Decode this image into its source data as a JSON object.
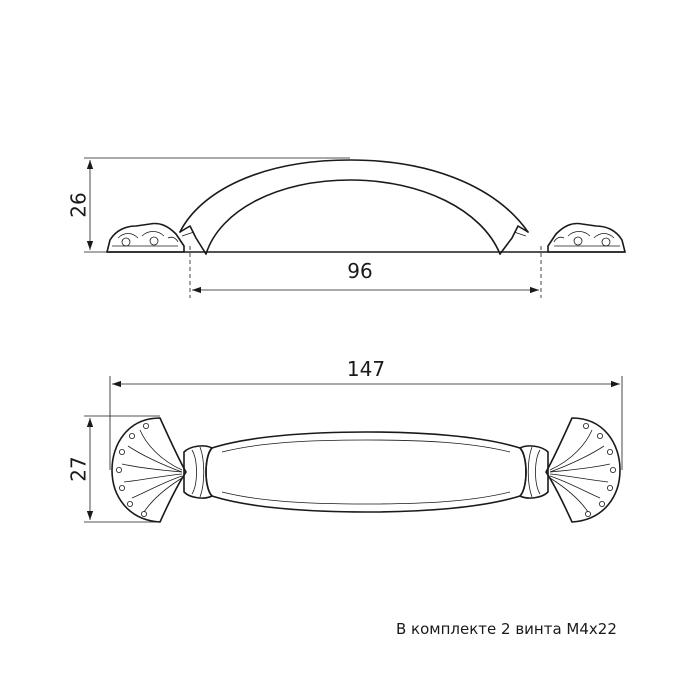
{
  "dimensions": {
    "height_side": "26",
    "hole_spacing": "96",
    "length": "147",
    "height_top": "27"
  },
  "caption": "В комплекте 2 винта М4х22"
}
